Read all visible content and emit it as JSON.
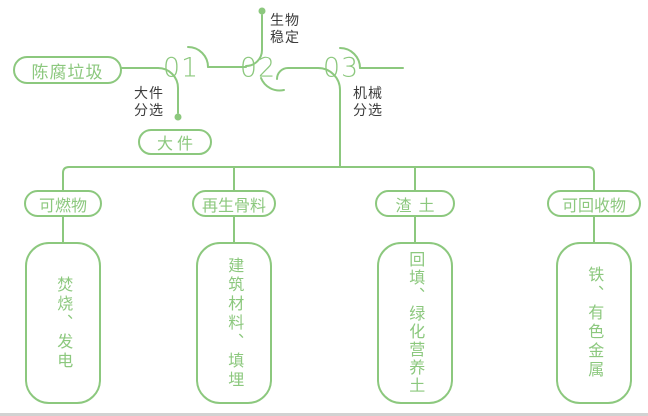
{
  "diagram": {
    "source": "陈腐垃圾",
    "steps": [
      {
        "number": "01",
        "label_lines": [
          "大件",
          "分选"
        ],
        "output": "大件"
      },
      {
        "number": "02",
        "label_lines": [
          "生物",
          "稳定"
        ]
      },
      {
        "number": "03",
        "label_lines": [
          "机械",
          "分选"
        ]
      }
    ],
    "branches": [
      {
        "category": "可燃物",
        "result": "焚烧、发电"
      },
      {
        "category": "再生骨料",
        "result": "建筑材料、填埋"
      },
      {
        "category": "渣土",
        "result": "回填、绿化营养土"
      },
      {
        "category": "可回收物",
        "result": "铁、有色金属"
      }
    ],
    "colors": {
      "line_green": "#8CC87E",
      "label_dark": "#3C3C3C",
      "bottom_strip": "#D2D2D2"
    }
  }
}
